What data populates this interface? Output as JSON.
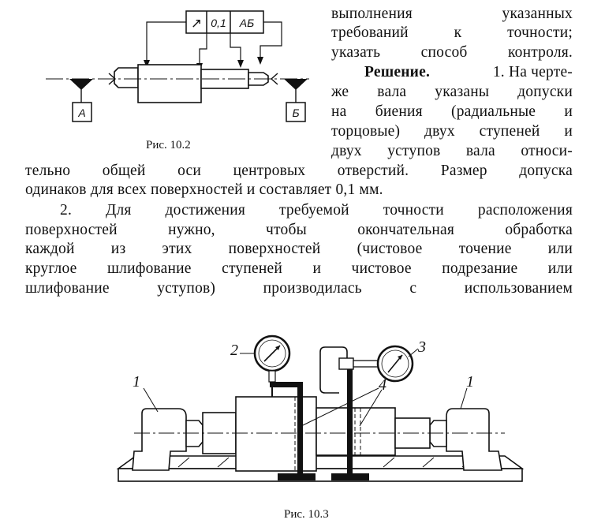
{
  "figure_10_2": {
    "caption": "Рис. 10.2",
    "frame_symbol": "↗",
    "frame_tolerance": "0,1",
    "frame_datum": "АБ",
    "datum_left": "А",
    "datum_right": "Б"
  },
  "figure_10_3": {
    "caption": "Рис. 10.3",
    "label_1_left": "1",
    "label_1_right": "1",
    "label_2": "2",
    "label_3": "3",
    "label_4": "4"
  },
  "text": {
    "right_col": [
      "выполнения указанных",
      "требований к точности;",
      "указать способ контроля."
    ],
    "solution_label": "Решение.",
    "solution_first": "1. На черте-",
    "right_col_2": [
      "же вала указаны допуски",
      "на биения (радиальные и",
      "торцовые) двух ступеней и",
      "двух уступов вала относи-"
    ],
    "full_lines_1": [
      "тельно общей оси центровых отверстий. Размер допуска",
      "одинаков для всех поверхностей и составляет 0,1 мм."
    ],
    "para2_first": "2. Для достижения требуемой точности расположения",
    "full_lines_2": [
      "поверхностей нужно, чтобы окончательная обработка",
      "каждой из этих поверхностей (чистовое точение или",
      "круглое шлифование ступеней и чистовое подрезание или",
      "шлифование уступов) производилась с использованием"
    ]
  }
}
